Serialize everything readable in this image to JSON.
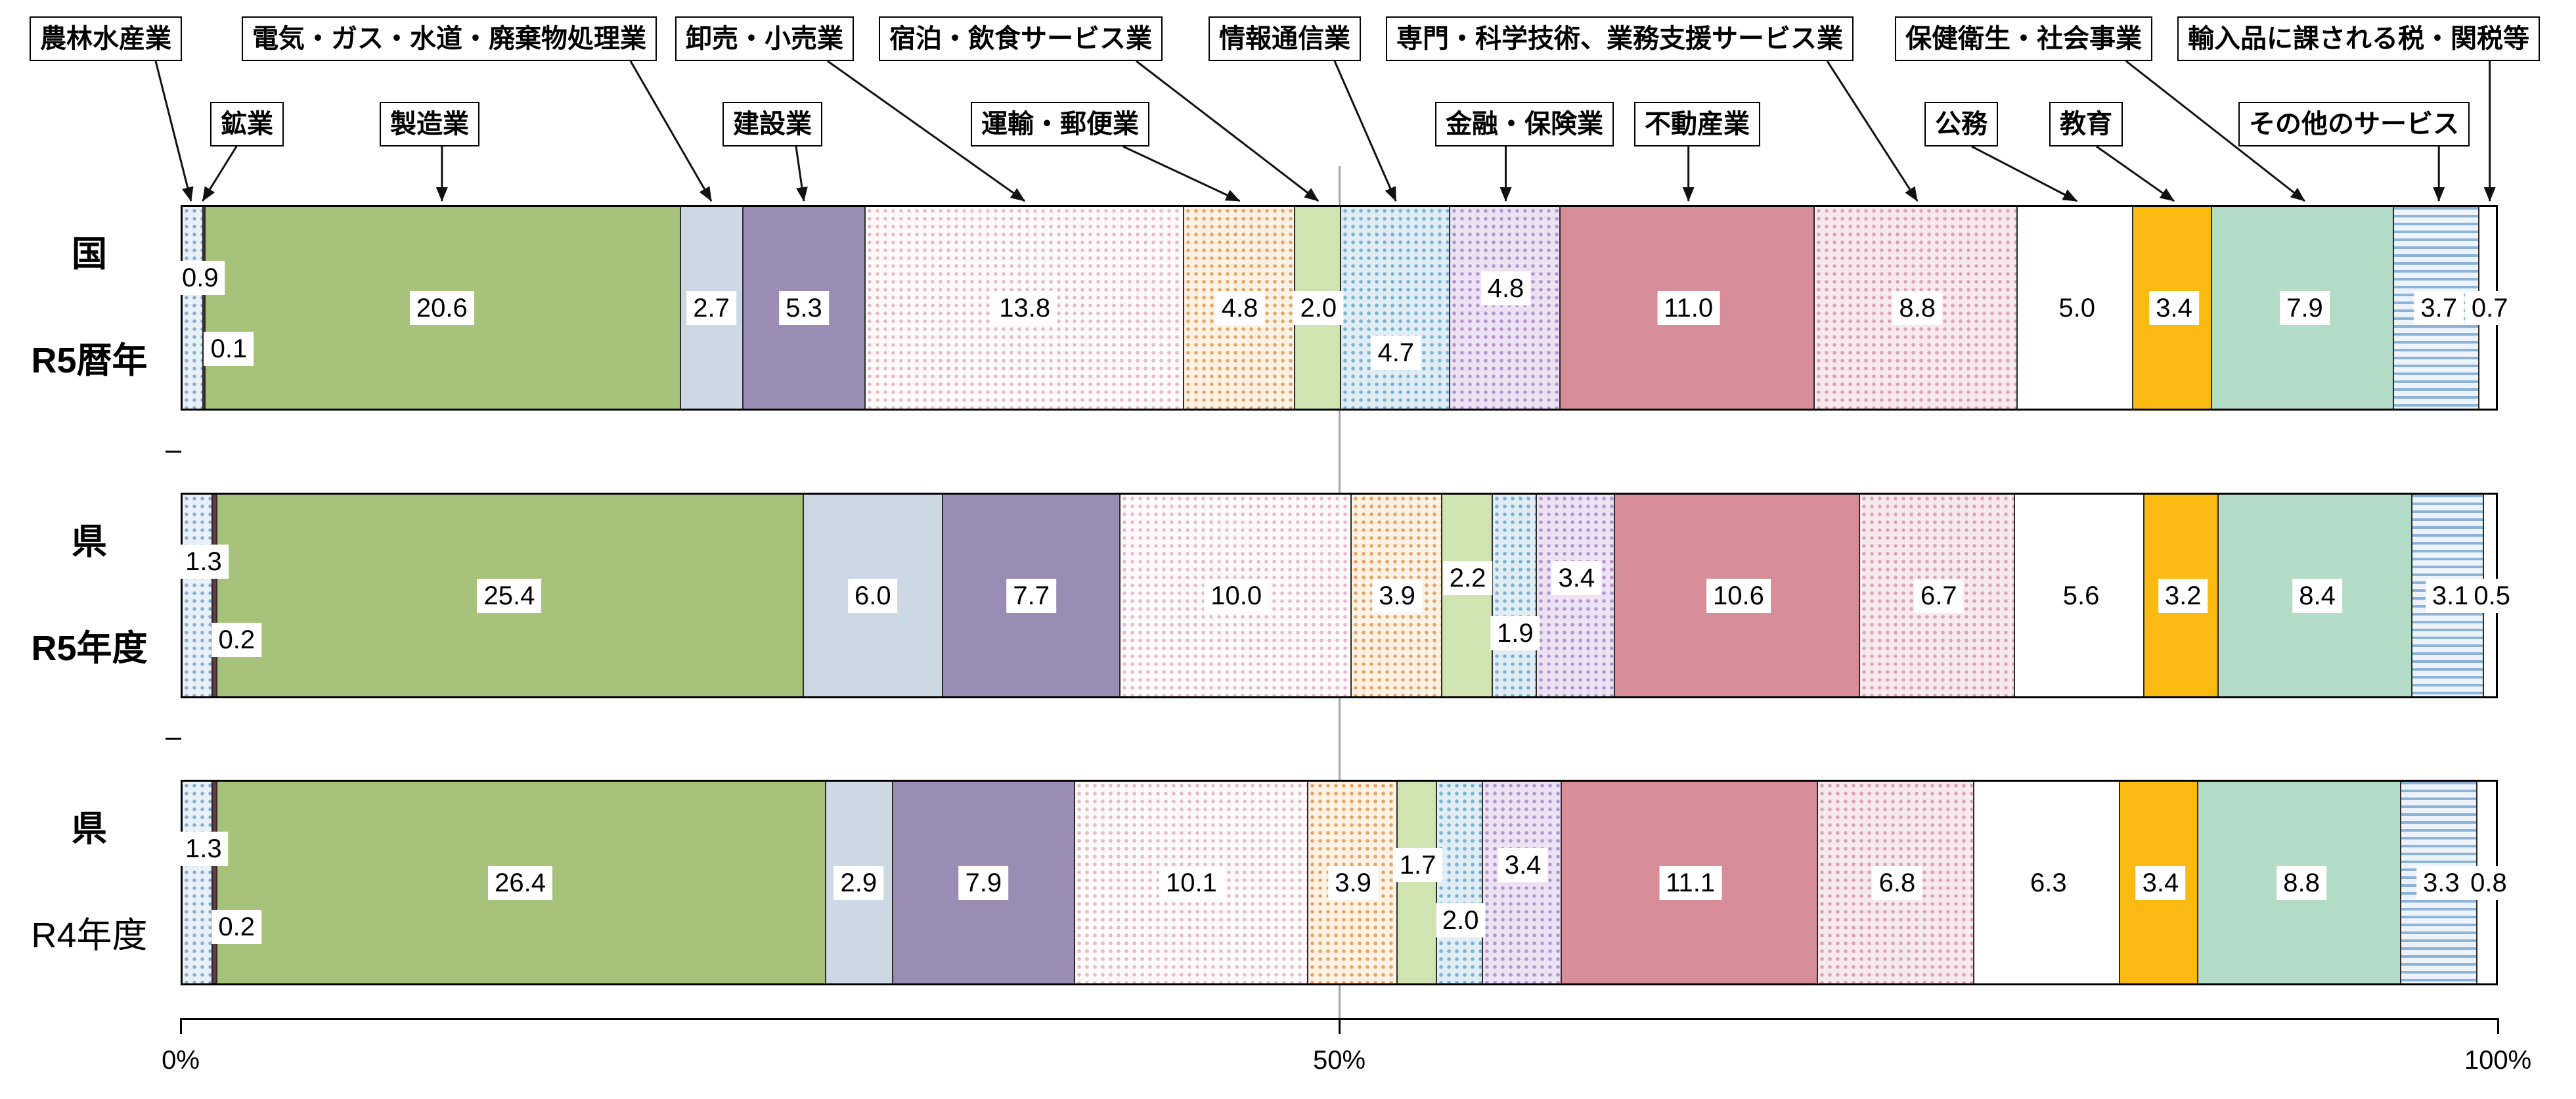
{
  "chart_data": {
    "type": "bar",
    "stacked": true,
    "orientation": "horizontal",
    "unit": "%",
    "title": "",
    "x_axis": {
      "ticks": [
        "0%",
        "50%",
        "100%"
      ],
      "range": [
        0,
        100
      ],
      "gridline_at": 50
    },
    "categories": [
      {
        "label": "農林水産業",
        "fill": "#e9f1f8",
        "pattern": "dots",
        "pattern_color": "#88afd0"
      },
      {
        "label": "鉱業",
        "fill": "#7c3134",
        "pattern": "solid"
      },
      {
        "label": "製造業",
        "fill": "#a7c37b",
        "pattern": "solid"
      },
      {
        "label": "電気・ガス・水道・廃棄物処理業",
        "fill": "#cdd8e5",
        "pattern": "solid"
      },
      {
        "label": "建設業",
        "fill": "#9b8cb6",
        "pattern": "solid"
      },
      {
        "label": "卸売・小売業",
        "fill": "#fdf9fa",
        "pattern": "dots",
        "pattern_color": "#e3bcc9"
      },
      {
        "label": "運輸・郵便業",
        "fill": "#fcf1e3",
        "pattern": "dots",
        "pattern_color": "#e5a364"
      },
      {
        "label": "宿泊・飲食サービス業",
        "fill": "#cfe4b0",
        "pattern": "solid"
      },
      {
        "label": "情報通信業",
        "fill": "#e0edf4",
        "pattern": "dots",
        "pattern_color": "#7cb2cf"
      },
      {
        "label": "金融・保険業",
        "fill": "#ece2f3",
        "pattern": "dots",
        "pattern_color": "#b394cf"
      },
      {
        "label": "不動産業",
        "fill": "#d88e98",
        "pattern": "solid"
      },
      {
        "label": "専門・科学技術、業務支援サービス業",
        "fill": "#f7e9ee",
        "pattern": "dots",
        "pattern_color": "#dba3b5"
      },
      {
        "label": "公務",
        "fill": "#ffffff",
        "pattern": "solid"
      },
      {
        "label": "教育",
        "fill": "#fbba12",
        "pattern": "solid"
      },
      {
        "label": "保健衛生・社会事業",
        "fill": "#b3dcc6",
        "pattern": "solid"
      },
      {
        "label": "その他のサービス",
        "fill": "#edf3fa",
        "pattern": "hstripes",
        "pattern_color": "#8db3d8"
      },
      {
        "label": "輸入品に課される税・関税等",
        "fill": "#ffffff",
        "pattern": "solid"
      }
    ],
    "series": [
      {
        "name_line1": "国",
        "name_line2": "R5暦年",
        "values": [
          0.9,
          0.1,
          20.6,
          2.7,
          5.3,
          13.8,
          4.8,
          2.0,
          4.7,
          4.8,
          11.0,
          8.8,
          5.0,
          3.4,
          7.9,
          3.7,
          0.7
        ]
      },
      {
        "name_line1": "県",
        "name_line2": "R5年度",
        "values": [
          1.3,
          0.2,
          25.4,
          6.0,
          7.7,
          10.0,
          3.9,
          2.2,
          1.9,
          3.4,
          10.6,
          6.7,
          5.6,
          3.2,
          8.4,
          3.1,
          0.5
        ]
      },
      {
        "name_line1": "県",
        "name_line2": "R4年度",
        "values": [
          1.3,
          0.2,
          26.4,
          2.9,
          7.9,
          10.1,
          3.9,
          1.7,
          2.0,
          3.4,
          11.1,
          6.8,
          6.3,
          3.4,
          8.8,
          3.3,
          0.8
        ]
      }
    ]
  }
}
